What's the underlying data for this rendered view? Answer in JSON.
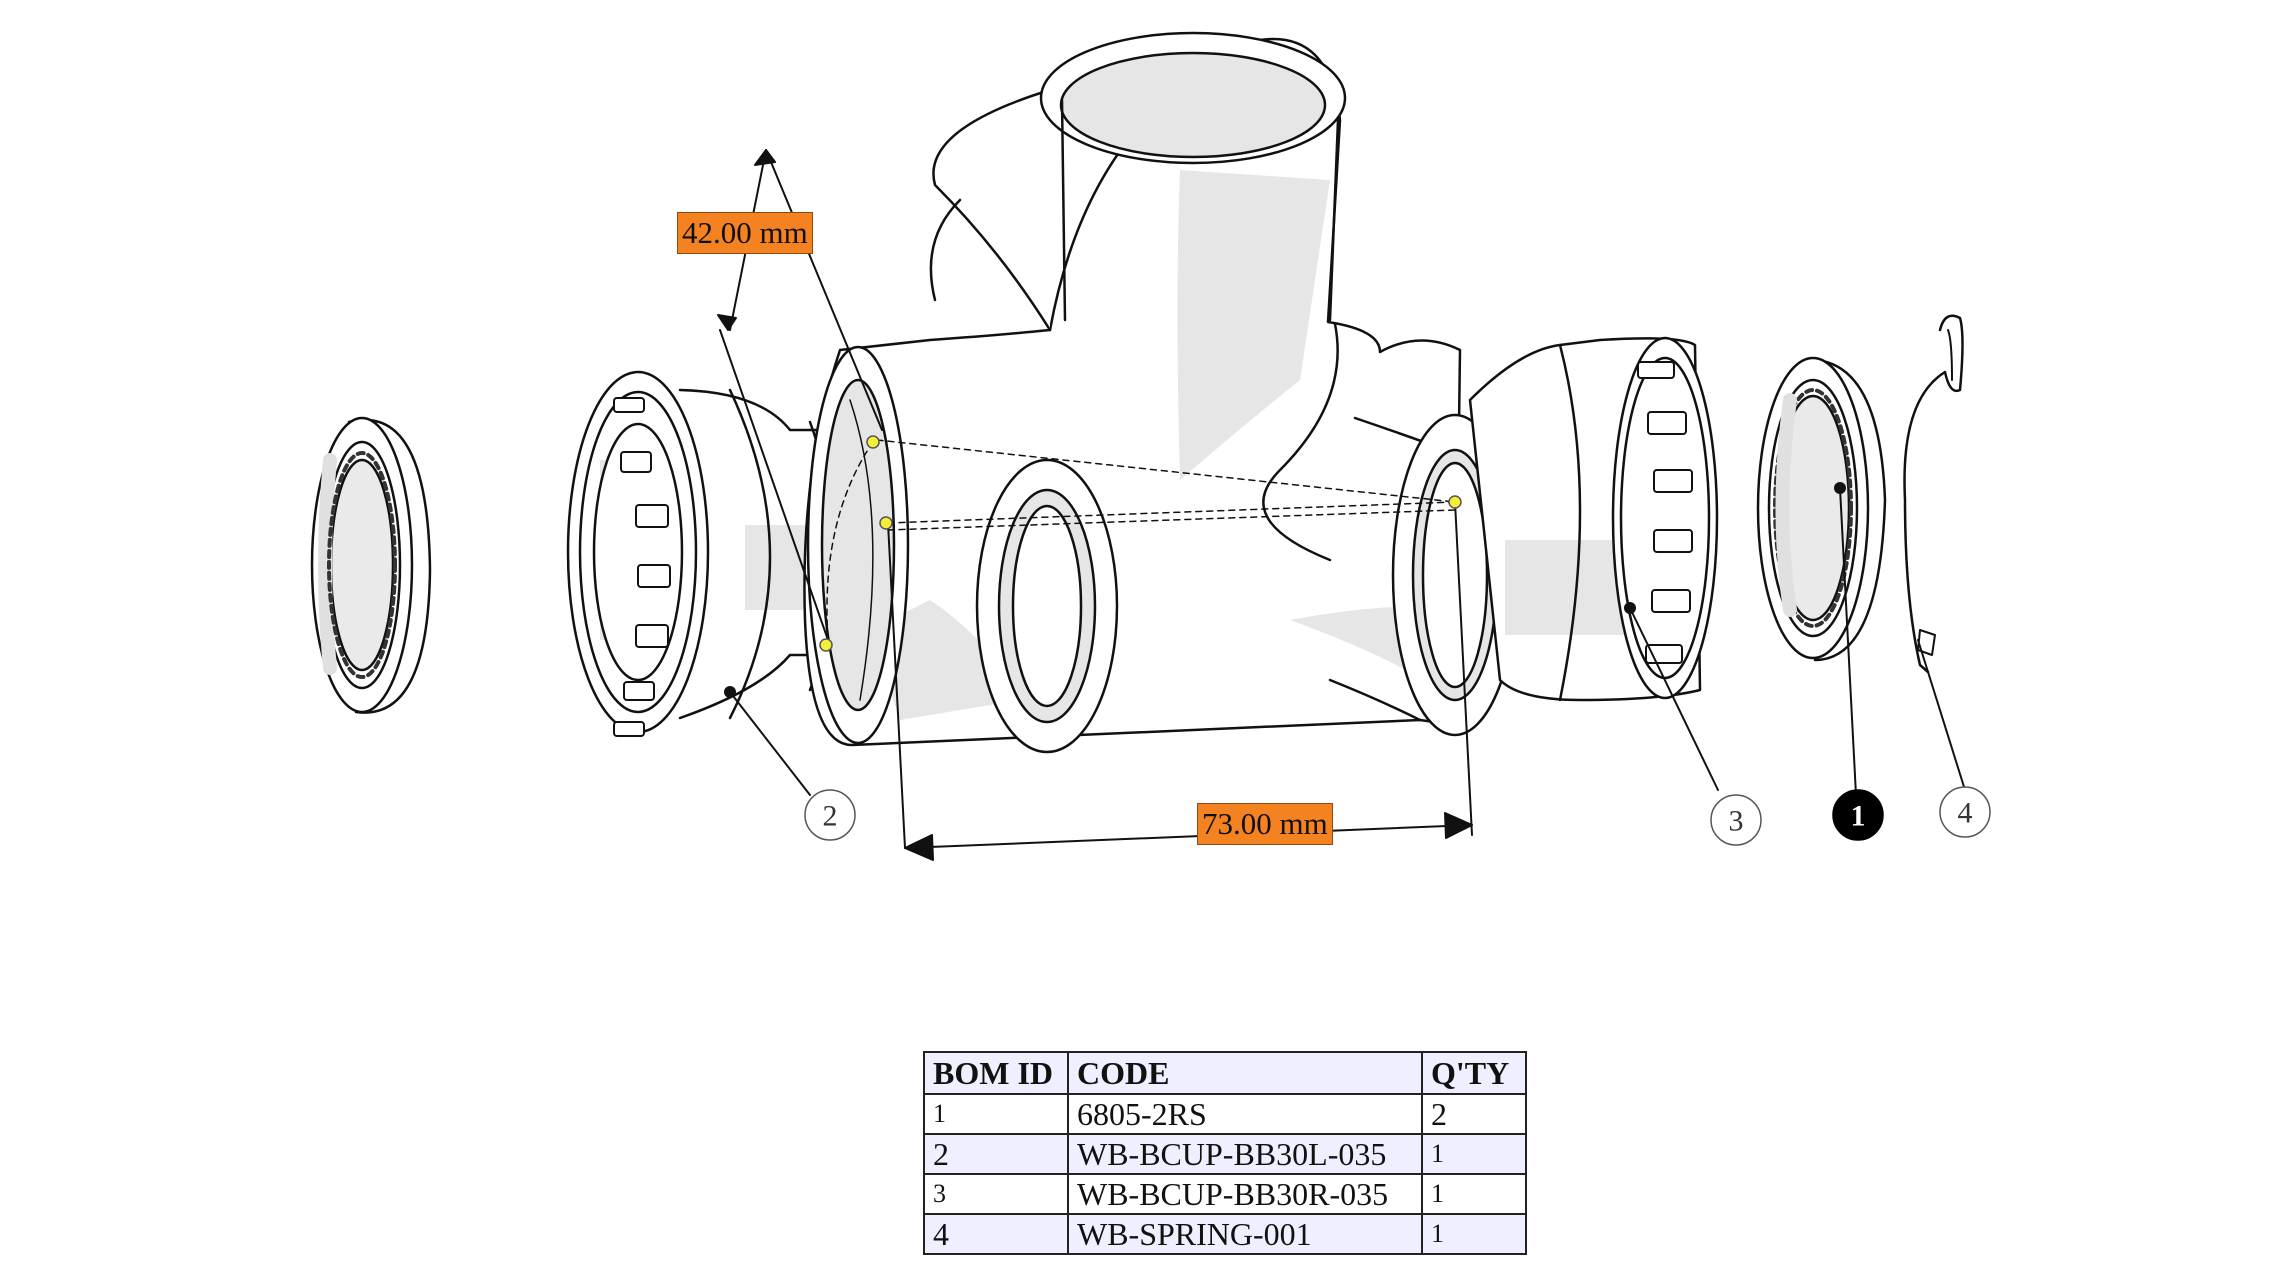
{
  "dimensions": {
    "width_label": "42.00 mm",
    "length_label": "73.00 mm"
  },
  "callouts": [
    "2",
    "3",
    "1",
    "4"
  ],
  "bom": {
    "headers": [
      "BOM ID",
      "CODE",
      "Q'TY"
    ],
    "rows": [
      {
        "id": "1",
        "code": "6805-2RS",
        "qty": "2"
      },
      {
        "id": "2",
        "code": "WB-BCUP-BB30L-035",
        "qty": "1"
      },
      {
        "id": "3",
        "code": "WB-BCUP-BB30R-035",
        "qty": "1"
      },
      {
        "id": "4",
        "code": "WB-SPRING-001",
        "qty": "1"
      }
    ]
  },
  "colors": {
    "dimension_label_bg": "#f58220",
    "marker_yellow": "#f3ef38",
    "bom_alt_row": "#eef0ff",
    "callout_selected": "#000000",
    "shading": "#e6e6e6"
  }
}
